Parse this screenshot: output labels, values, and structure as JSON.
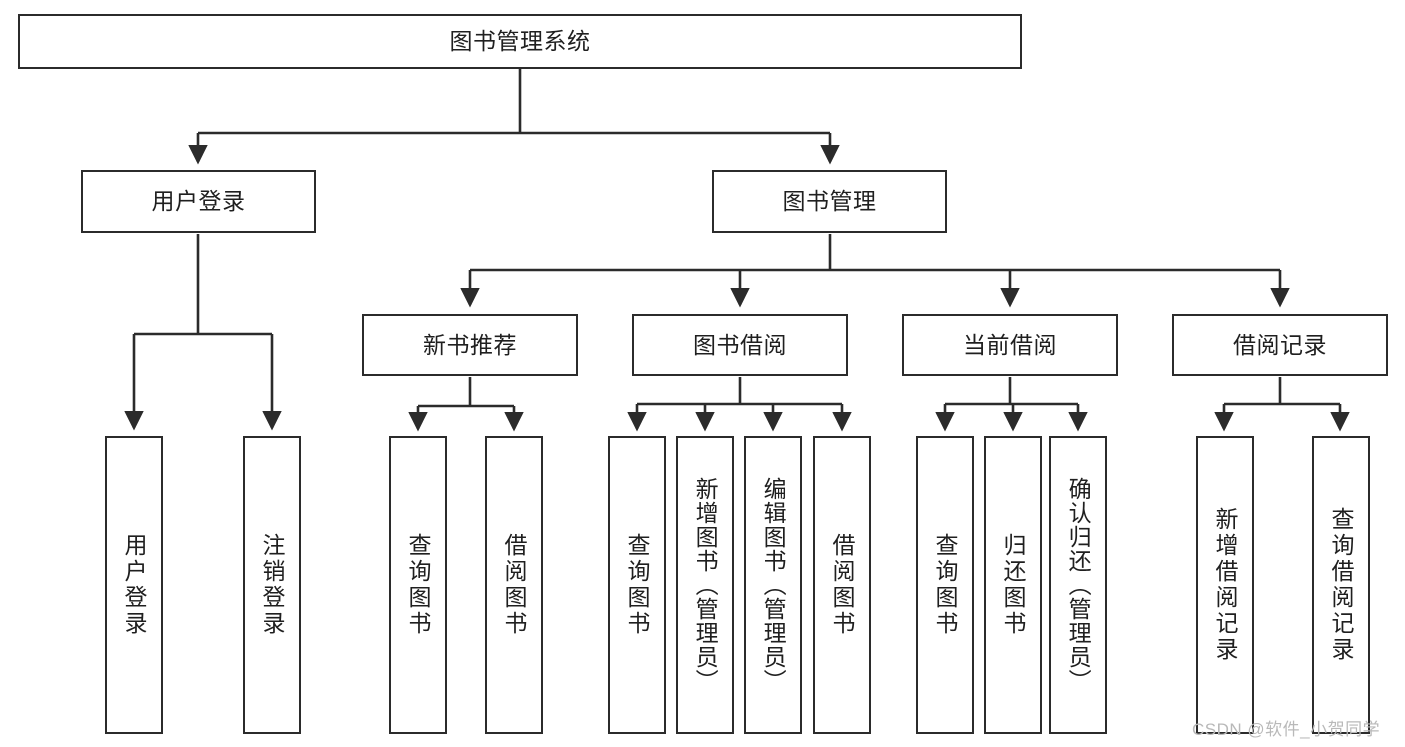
{
  "chart_data": {
    "type": "diagram",
    "title": "图书管理系统",
    "orientation": "top-down-tree",
    "levels": 4,
    "nodes": [
      {
        "id": "root",
        "label": "图书管理系统",
        "level": 0,
        "parent": null
      },
      {
        "id": "login",
        "label": "用户登录",
        "level": 1,
        "parent": "root"
      },
      {
        "id": "bookmgmt",
        "label": "图书管理",
        "level": 1,
        "parent": "root"
      },
      {
        "id": "newbook",
        "label": "新书推荐",
        "level": 2,
        "parent": "bookmgmt"
      },
      {
        "id": "borrow",
        "label": "图书借阅",
        "level": 2,
        "parent": "bookmgmt"
      },
      {
        "id": "current",
        "label": "当前借阅",
        "level": 2,
        "parent": "bookmgmt"
      },
      {
        "id": "record",
        "label": "借阅记录",
        "level": 2,
        "parent": "bookmgmt"
      },
      {
        "id": "login-1",
        "label": "用户登录",
        "level": 2,
        "parent": "login"
      },
      {
        "id": "login-2",
        "label": "注销登录",
        "level": 2,
        "parent": "login"
      },
      {
        "id": "newbook-1",
        "label": "查询图书",
        "level": 3,
        "parent": "newbook"
      },
      {
        "id": "newbook-2",
        "label": "借阅图书",
        "level": 3,
        "parent": "newbook"
      },
      {
        "id": "borrow-1",
        "label": "查询图书",
        "level": 3,
        "parent": "borrow"
      },
      {
        "id": "borrow-2",
        "label": "新增图书（管理员）",
        "level": 3,
        "parent": "borrow"
      },
      {
        "id": "borrow-3",
        "label": "编辑图书（管理员）",
        "level": 3,
        "parent": "borrow"
      },
      {
        "id": "borrow-4",
        "label": "借阅图书",
        "level": 3,
        "parent": "borrow"
      },
      {
        "id": "current-1",
        "label": "查询图书",
        "level": 3,
        "parent": "current"
      },
      {
        "id": "current-2",
        "label": "归还图书",
        "level": 3,
        "parent": "current"
      },
      {
        "id": "current-3",
        "label": "确认归还（管理员）",
        "level": 3,
        "parent": "current"
      },
      {
        "id": "record-1",
        "label": "新增借阅记录",
        "level": 3,
        "parent": "record"
      },
      {
        "id": "record-2",
        "label": "查询借阅记录",
        "level": 3,
        "parent": "record"
      }
    ]
  },
  "diagram": {
    "root": {
      "label": "图书管理系统"
    },
    "level1": [
      {
        "label": "用户登录"
      },
      {
        "label": "图书管理"
      }
    ],
    "level2": [
      {
        "label": "新书推荐"
      },
      {
        "label": "图书借阅"
      },
      {
        "label": "当前借阅"
      },
      {
        "label": "借阅记录"
      }
    ],
    "leaves": {
      "login": [
        {
          "label": "用户登录"
        },
        {
          "label": "注销登录"
        }
      ],
      "newbook": [
        {
          "label": "查询图书"
        },
        {
          "label": "借阅图书"
        }
      ],
      "borrow": [
        {
          "label": "查询图书"
        },
        {
          "label": "新增图书（管理员）"
        },
        {
          "label": "编辑图书（管理员）"
        },
        {
          "label": "借阅图书"
        }
      ],
      "current": [
        {
          "label": "查询图书"
        },
        {
          "label": "归还图书"
        },
        {
          "label": "确认归还（管理员）"
        }
      ],
      "record": [
        {
          "label": "新增借阅记录"
        },
        {
          "label": "查询借阅记录"
        }
      ]
    }
  },
  "watermark": {
    "text": "CSDN @软件_小贺同学"
  },
  "colors": {
    "stroke": "#2b2b2b",
    "fill": "#ffffff",
    "text": "#1f1f1f",
    "watermark": "#b9b9b9"
  }
}
